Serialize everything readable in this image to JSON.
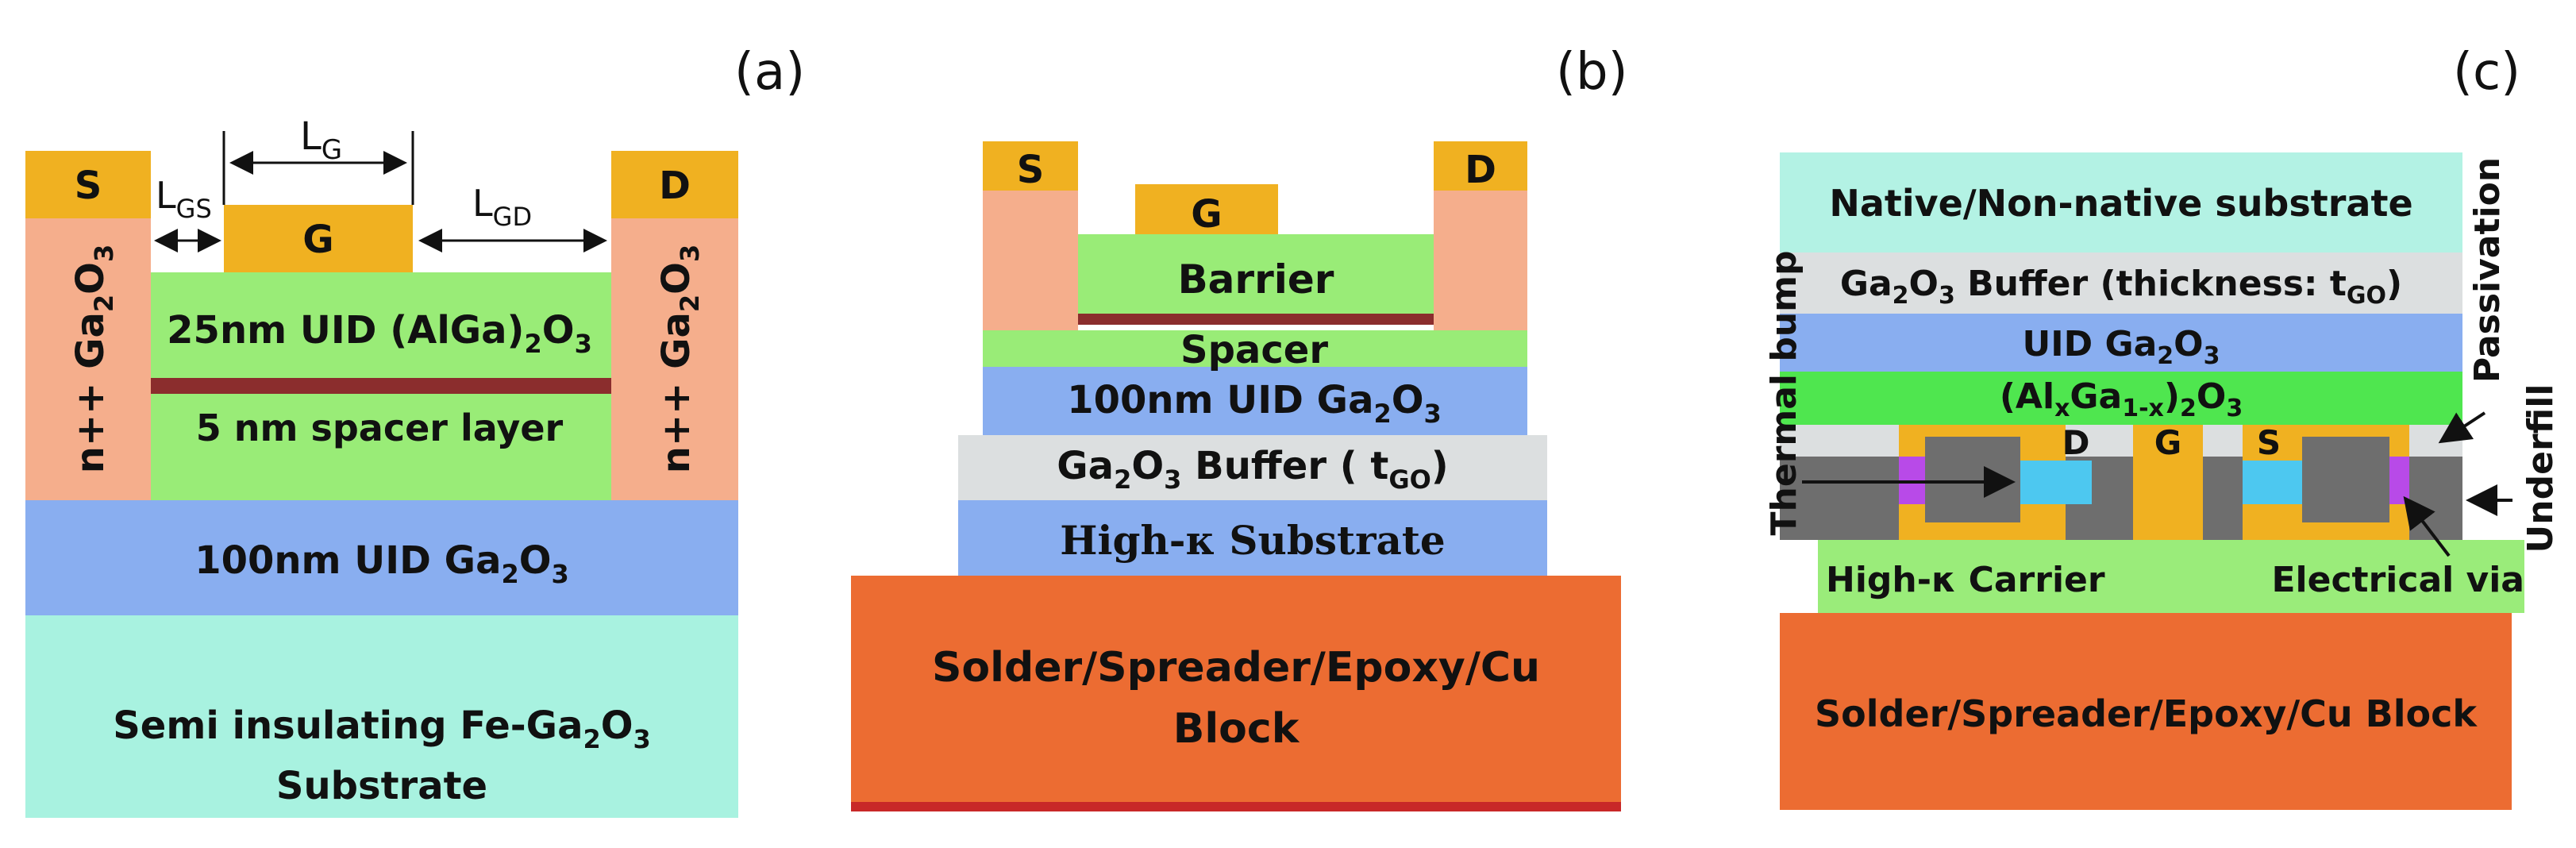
{
  "panels": {
    "a": {
      "label": "(a)",
      "source": "S",
      "drain": "D",
      "gate": "G",
      "lg_main": "L",
      "lg_sub": "G",
      "lgs_main": "L",
      "lgs_sub": "GS",
      "lgd_main": "L",
      "lgd_sub": "GD",
      "contact_main": "n++ Ga",
      "contact_sub1": "2",
      "contact_mid": "O",
      "contact_sub2": "3",
      "barrier_main": "25nm UID (AlGa)",
      "barrier_sub1": "2",
      "barrier_mid": "O",
      "barrier_sub2": "3",
      "spacer": "5 nm spacer layer",
      "channel_main": "100nm UID Ga",
      "channel_sub1": "2",
      "channel_mid": "O",
      "channel_sub2": "3",
      "substrate_line1_main": "Semi insulating Fe-Ga",
      "substrate_line1_sub1": "2",
      "substrate_line1_mid": "O",
      "substrate_line1_sub2": "3",
      "substrate_line2": "Substrate"
    },
    "b": {
      "label": "(b)",
      "source": "S",
      "drain": "D",
      "gate": "G",
      "barrier": "Barrier",
      "spacer": "Spacer",
      "channel_main": "100nm UID Ga",
      "channel_sub1": "2",
      "channel_mid": "O",
      "channel_sub2": "3",
      "buffer_main": "Ga",
      "buffer_sub1": "2",
      "buffer_mid": "O",
      "buffer_sub2": "3",
      "buffer_rest": " Buffer ( t",
      "buffer_tsub": "GO",
      "buffer_end": ")",
      "substrate": "High-κ Substrate",
      "block_line1": "Solder/Spreader/Epoxy/Cu",
      "block_line2": "Block"
    },
    "c": {
      "label": "(c)",
      "native": "Native/Non-native substrate",
      "buffer_main": "Ga",
      "buffer_sub1": "2",
      "buffer_mid": "O",
      "buffer_sub2": "3",
      "buffer_rest": " Buffer (thickness: t",
      "buffer_tsub": "GO",
      "buffer_end": ")",
      "uid_main": "UID Ga",
      "uid_sub1": "2",
      "uid_mid": "O",
      "uid_sub2": "3",
      "algao_open": "(Al",
      "algao_x": "x",
      "algao_ga": "Ga",
      "algao_1x": "1-x",
      "algao_close": ")",
      "algao_sub1": "2",
      "algao_o": "O",
      "algao_sub2": "3",
      "drain": "D",
      "gate": "G",
      "source": "S",
      "thermal_bump": "Thermal bump",
      "passivation": "Passivation",
      "underfill": "Underfill",
      "carrier": "High-κ Carrier",
      "electrical_via": "Electrical via",
      "block": "Solder/Spreader/Epoxy/Cu Block"
    }
  },
  "colors": {
    "metal": "#f0b121",
    "n_plus_contact": "#f5ae8c",
    "barrier_green": "#99ec77",
    "spacer_maroon": "#8b2d2d",
    "uid_blue": "#89aef0",
    "substrate_teal": "#a8f2e0",
    "buffer_grey": "#dcdfe0",
    "block_orange": "#ec6c32",
    "native_teal": "#b3f2e4",
    "algao_green": "#4fe64f",
    "carrier_green": "#9aec7a",
    "bump_dark": "#6e6e6e",
    "via_purple": "#b84ae8",
    "channel_cyan": "#4dc8f0"
  }
}
